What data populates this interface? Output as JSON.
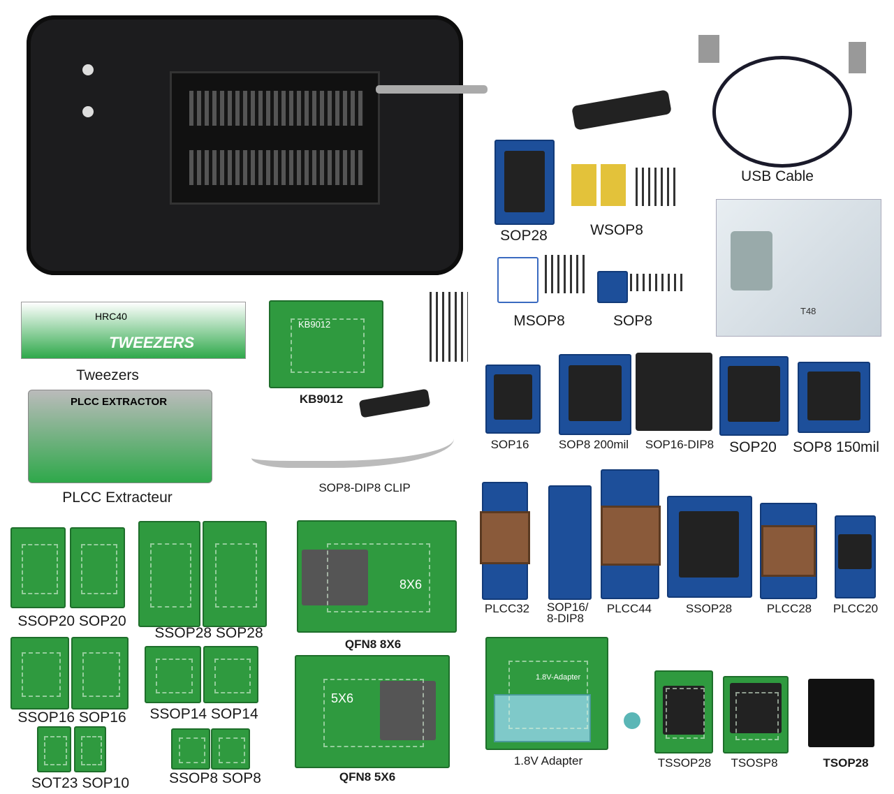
{
  "labels": {
    "usb_cable": "USB Cable",
    "sop28": "SOP28",
    "wsop8": "WSOP8",
    "msop8": "MSOP8",
    "sop8": "SOP8",
    "tweezers": "Tweezers",
    "kb9012": "KB9012",
    "sop16": "SOP16",
    "sop8_200mil": "SOP8 200mil",
    "sop16_dip8": "SOP16-DIP8",
    "sop20": "SOP20",
    "sop8_150mil": "SOP8 150mil",
    "plcc_extracteur": "PLCC Extracteur",
    "sop8_dip8_clip": "SOP8-DIP8 CLIP",
    "plcc32": "PLCC32",
    "sop16_8dip8": "SOP16/ 8-DIP8",
    "plcc44": "PLCC44",
    "ssop28": "SSOP28",
    "plcc28": "PLCC28",
    "plcc20": "PLCC20",
    "ssop20_sop20": "SSOP20 SOP20",
    "ssop28_sop28": "SSOP28 SOP28",
    "qfn8_8x6": "QFN8 8X6",
    "ssop16_sop16": "SSOP16 SOP16",
    "ssop14_sop14": "SSOP14 SOP14",
    "sot23_sop10": "SOT23 SOP10",
    "ssop8_sop8": "SSOP8 SOP8",
    "qfn8_5x6": "QFN8 5X6",
    "adapter_18v": "1.8V Adapter",
    "tssop28": "TSSOP28",
    "tsosp8": "TSOSP8",
    "tsop28": "TSOP28"
  },
  "product_text": {
    "tweezers_model": "HRC40",
    "tweezers_brand": "TWEEZERS",
    "plcc_extractor": "PLCC EXTRACTOR",
    "kb9012_board": "KB9012",
    "qfn_8x6": "8X6",
    "qfn_5x6": "5X6",
    "adapter_board": "1.8V-Adapter",
    "box_model": "T48"
  }
}
